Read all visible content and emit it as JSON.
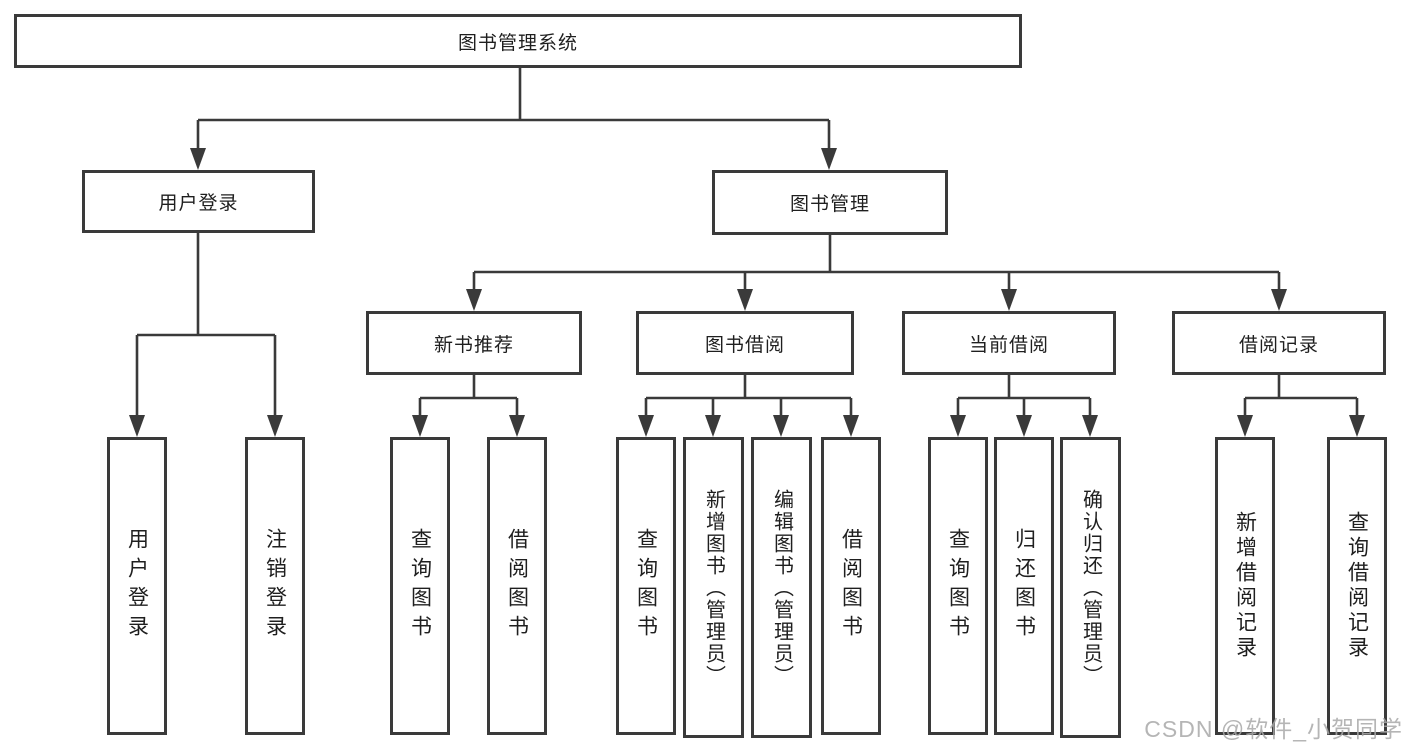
{
  "diagram_title": "图书管理系统",
  "nodes": {
    "root": "图书管理系统",
    "level2": [
      "用户登录",
      "图书管理"
    ],
    "level3": [
      "新书推荐",
      "图书借阅",
      "当前借阅",
      "借阅记录"
    ],
    "leaves": [
      "用户登录",
      "注销登录",
      "查询图书",
      "借阅图书",
      "查询图书",
      "新增图书（管理员）",
      "编辑图书（管理员）",
      "借阅图书",
      "查询图书",
      "归还图书",
      "确认归还（管理员）",
      "新增借阅记录",
      "查询借阅记录"
    ]
  },
  "hierarchy": {
    "图书管理系统": {
      "用户登录": [
        "用户登录",
        "注销登录"
      ],
      "图书管理": {
        "新书推荐": [
          "查询图书",
          "借阅图书"
        ],
        "图书借阅": [
          "查询图书",
          "新增图书（管理员）",
          "编辑图书（管理员）",
          "借阅图书"
        ],
        "当前借阅": [
          "查询图书",
          "归还图书",
          "确认归还（管理员）"
        ],
        "借阅记录": [
          "新增借阅记录",
          "查询借阅记录"
        ]
      }
    }
  },
  "watermark": "CSDN @软件_小贺同学",
  "colors": {
    "line": "#3a3a3a",
    "text": "#1f1f1f",
    "background": "#ffffff",
    "watermark": "#a9a9a9"
  }
}
